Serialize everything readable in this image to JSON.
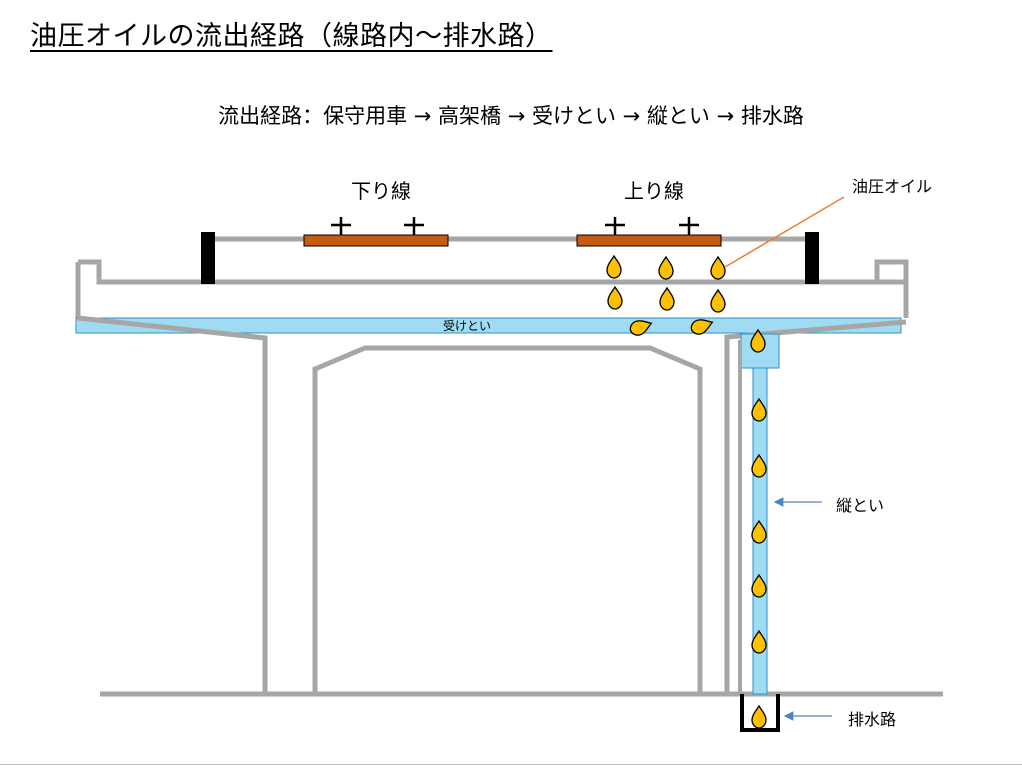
{
  "title": "油圧オイルの流出経路（線路内～排水路）",
  "subtitle": "流出経路：保守用車 → 高架橋 → 受けとい → 縦とい →  排水路",
  "diagram": {
    "label_down_track": "下り線",
    "label_up_track": "上り線",
    "label_hydraulic_oil": "油圧オイル",
    "label_catch_gutter": "受けとい",
    "label_downspout": "縦とい",
    "label_drain": "排水路"
  },
  "colors": {
    "structure": "#a6a6a6",
    "gutter_fill": "#9fdcf3",
    "gutter_stroke": "#2f8fc8",
    "rail_vehicle": "#c55a11",
    "oil_fill": "#ffc000",
    "arrow_orange": "#ed7d31",
    "arrow_blue": "#4a86c5"
  }
}
